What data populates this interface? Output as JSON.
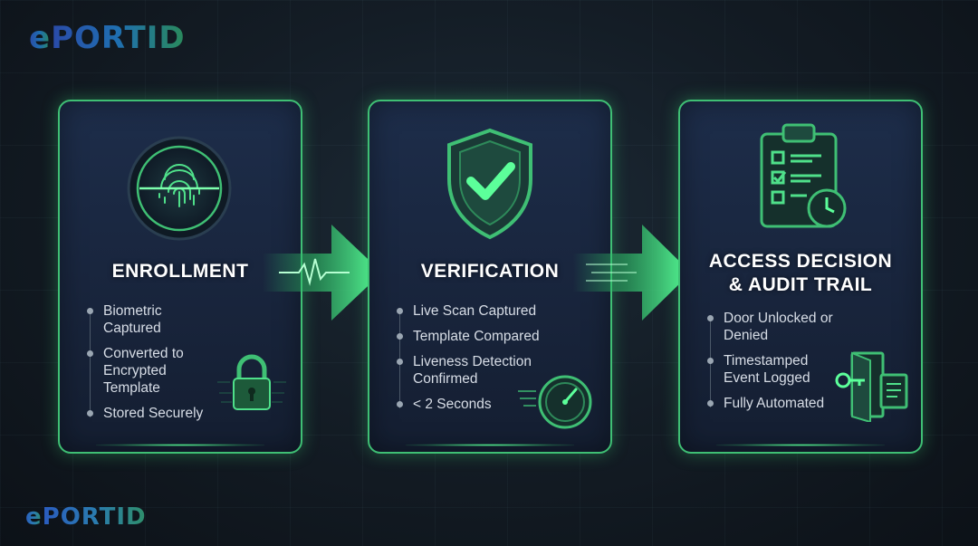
{
  "logo": {
    "e": "e",
    "rest": "PORTID"
  },
  "logo_bottom": {
    "e": "e",
    "rest": "PORTID"
  },
  "steps": [
    {
      "title": "ENROLLMENT",
      "icon": "fingerprint-icon",
      "bullets": [
        "Biometric Captured",
        "Converted to Encrypted Template",
        "Stored Securely"
      ],
      "accent_icon": "padlock-icon"
    },
    {
      "title": "VERIFICATION",
      "icon": "shield-check-icon",
      "bullets": [
        "Live Scan Captured",
        "Template Compared",
        "Liveness Detection Confirmed",
        "< 2 Seconds"
      ],
      "accent_icon": "speedometer-icon"
    },
    {
      "title_line1": "ACCESS DECISION",
      "title_line2": "& AUDIT TRAIL",
      "icon": "clipboard-clock-icon",
      "bullets": [
        "Door Unlocked or Denied",
        "Timestamped Event Logged",
        "Fully Automated"
      ],
      "accent_icon": "door-key-document-icon"
    }
  ],
  "colors": {
    "accent": "#3fbf74",
    "glow": "#5cff9a",
    "card_bg": "#1d2d4a",
    "text": "#d7dde6"
  }
}
